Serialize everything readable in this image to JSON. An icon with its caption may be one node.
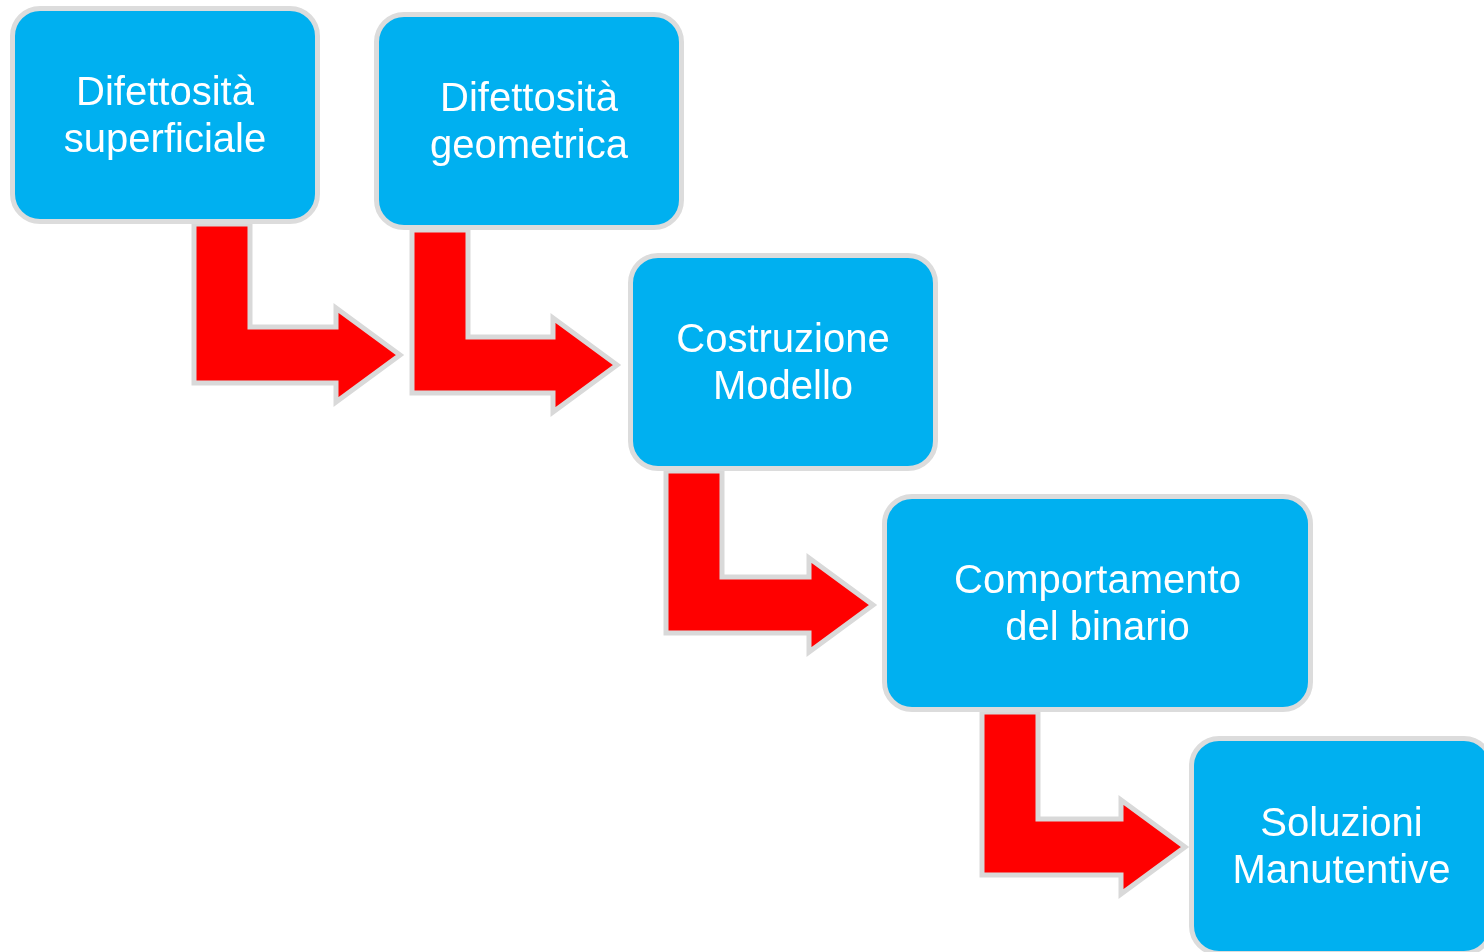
{
  "diagram": {
    "nodes": [
      {
        "text": [
          "Difettosità superficiale"
        ]
      },
      {
        "text": [
          "Difettosità geometrica"
        ]
      },
      {
        "text": [
          "Costruzione Modello"
        ]
      },
      {
        "text": [
          "Comportamento del binario"
        ]
      },
      {
        "text": [
          "Soluzioni Manutentive"
        ]
      }
    ],
    "edges": [
      {
        "from": 0,
        "to": 1,
        "arrow": "to",
        "style": "thick",
        "color": "#ff0000"
      },
      {
        "from": 1,
        "to": 2,
        "arrow": "to",
        "style": "thick",
        "color": "#ff0000"
      },
      {
        "from": 2,
        "to": 3,
        "arrow": "to",
        "style": "thick",
        "color": "#ff0000"
      },
      {
        "from": 3,
        "to": 4,
        "arrow": "to",
        "style": "thick",
        "color": "#ff0000"
      }
    ]
  }
}
